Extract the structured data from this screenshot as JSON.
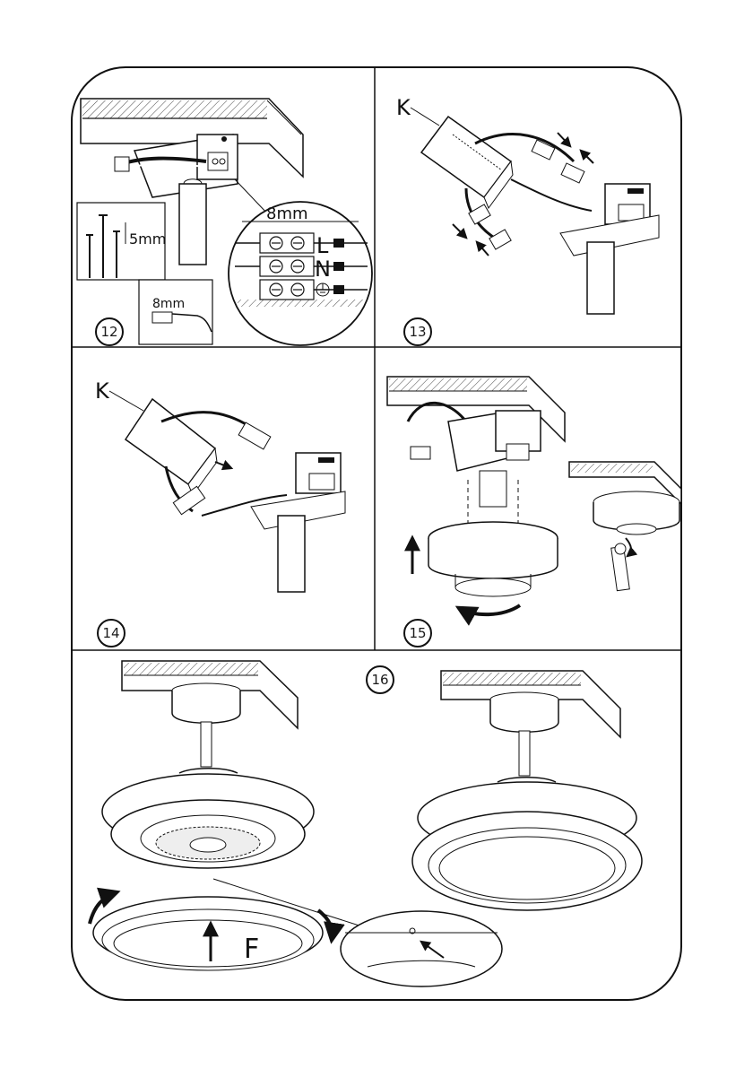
{
  "steps": {
    "s12": "12",
    "s13": "13",
    "s14": "14",
    "s15": "15",
    "s16": "16"
  },
  "labels": {
    "strip_length_wire": "5mm",
    "strip_length_terminal": "8mm",
    "strip_length_inset": "8mm",
    "terminal_live": "L",
    "terminal_neutral": "N",
    "receiver_13": "K",
    "receiver_14": "K",
    "cover_mark": "F"
  },
  "icons": {
    "ground": "earth-ground-icon",
    "arrow_up": "arrow-up-icon",
    "arrow_rotate": "rotate-arrow-icon"
  }
}
